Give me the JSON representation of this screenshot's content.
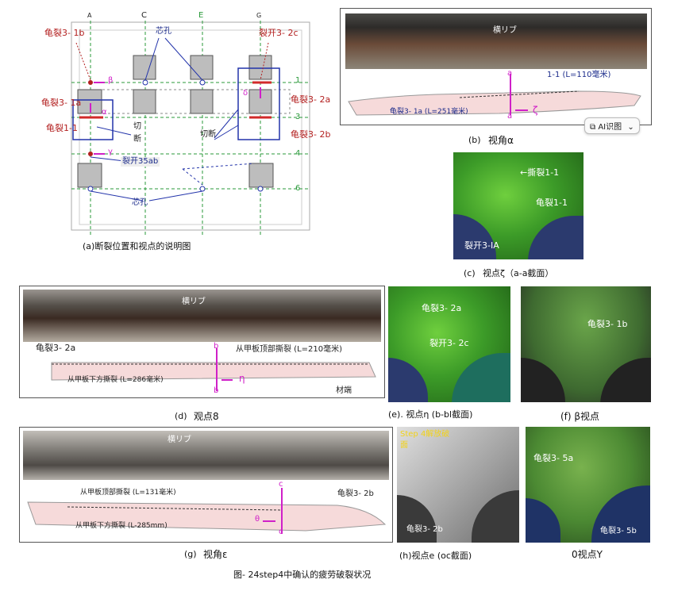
{
  "panel_a": {
    "caption": "(a)断裂位置和视点的说明图",
    "col_A": "A",
    "col_C": "C",
    "col_E": "E",
    "col_G": "G",
    "row_1": "1",
    "row_3": "3",
    "row_4": "4",
    "row_6": "6",
    "crack_3_1b": "龟裂3- 1b",
    "core_hole_top": "芯孔",
    "crack_open_3_2c": "裂开3- 2c",
    "crack_3_1a": "龟裂3- 1a",
    "crack_1_1": "龟裂1-1",
    "crack_3_2a": "龟裂3- 2a",
    "crack_3_2b": "龟裂3- 2b",
    "cut_left_1": "切",
    "cut_left_2": "断",
    "cut_right": "切断",
    "open_35ab": "裂开35ab",
    "core_hole_bottom": "芯孔",
    "beta": "β",
    "alpha": "α",
    "gamma": "γ",
    "delta": "δ"
  },
  "panel_b": {
    "caption_letter": "(b)",
    "caption_text": "视角α",
    "rib_label": "横リブ",
    "a_top": "a",
    "a_bottom": "a",
    "section_label": "1-1  (L=110毫米)",
    "crack_label": "龟裂3- 1a  (L=251毫米)",
    "zeta": "ζ",
    "ai_button": "AI识图",
    "ai_chevron": "⌄"
  },
  "panel_c": {
    "caption_letter": "(c)",
    "caption_text": "视点ζ（a-a截面）",
    "tear": "←撕裂1-1",
    "crack": "龟裂1-1",
    "open": "裂开3-IA"
  },
  "panel_d": {
    "caption_letter": "(d)",
    "caption_text": "观点8",
    "rib_label": "横リブ",
    "crack": "龟裂3- 2a",
    "top_tear": "从甲板顶部撕裂  (L=210毫米)",
    "bottom_tear": "从甲板下方撕裂  (L=286毫米)",
    "b_top": "b",
    "b_bottom": "b",
    "eta": "η",
    "material_end": "材端"
  },
  "panel_e": {
    "caption": "(e). 视点η  (b-bl截面)",
    "crack": "龟裂3- 2a",
    "open": "裂开3- 2c"
  },
  "panel_f": {
    "caption": "(f)  β视点",
    "crack": "龟裂3- 1b"
  },
  "panel_g": {
    "caption_letter": "(g)",
    "caption_text": "视角ε",
    "rib_label": "横リブ",
    "top_tear": "从甲板顶部撕裂  (L=131毫米)",
    "bottom_tear": "从甲板下方撕裂  (L-285mm)",
    "crack": "龟裂3- 2b",
    "c_top": "c",
    "c_bottom": "c",
    "theta": "θ"
  },
  "panel_h": {
    "caption": "(h)视点e  (oc截面)",
    "release1": "Step 4解放破",
    "release2": "面",
    "crack": "龟裂3- 2b"
  },
  "panel_i": {
    "caption": "0视点Y",
    "crack_5a": "龟裂3- 5a",
    "crack_5b": "龟裂3- 5b"
  },
  "figure_caption": "图- 24step4中确认的疲劳破裂状况",
  "colors": {
    "magenta": "#d020c8",
    "red": "#d12a2a",
    "blue": "#2233aa",
    "grid_green": "#2a9a3a",
    "hatch": "#e4a8a8"
  }
}
